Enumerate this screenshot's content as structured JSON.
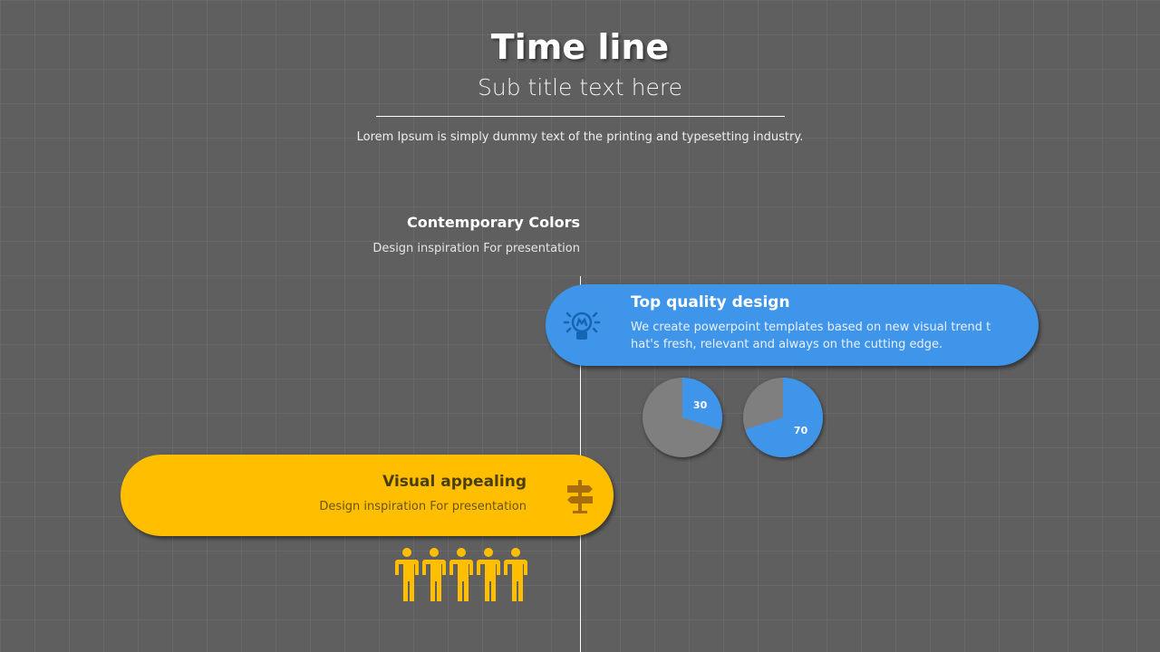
{
  "header": {
    "title": "Time line",
    "subtitle": "Sub title text here",
    "description": "Lorem Ipsum is simply dummy text of the printing and typesetting industry."
  },
  "items": [
    {
      "title": "Contemporary Colors",
      "text": "Design inspiration For presentation"
    },
    {
      "title": "Top quality design",
      "text": "We create powerpoint templates based on new visual trend t hat's fresh, relevant and always on the cutting edge.",
      "icon": "lightbulb-icon"
    },
    {
      "title": "Visual appealing",
      "text": "Design inspiration For presentation",
      "icon": "signpost-icon"
    }
  ],
  "colors": {
    "blue": "#3f95ea",
    "yellow": "#ffbf00",
    "gray": "#7f7f7f"
  },
  "chart_data": {
    "type": "pie",
    "charts": [
      {
        "values": [
          30,
          70
        ],
        "label": "30"
      },
      {
        "values": [
          70,
          30
        ],
        "label": "70"
      }
    ]
  },
  "people_count": 5
}
